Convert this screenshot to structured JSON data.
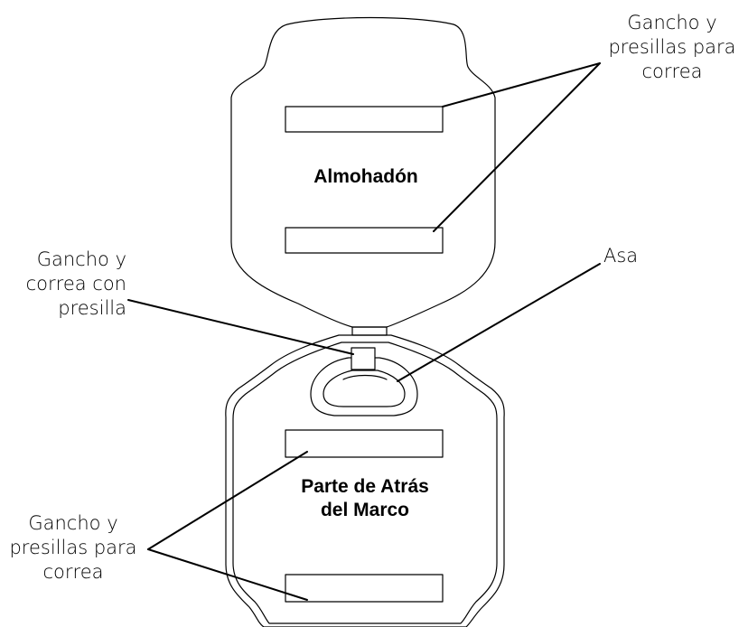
{
  "labels": {
    "cushion_title": "Almohadón",
    "frame_title": "Parte de Atrás\ndel Marco",
    "top_right": "Gancho y\npresillas para\ncorrea",
    "left_middle": "Gancho y\ncorrea con\npresilla",
    "handle": "Asa",
    "bottom_left": "Gancho y\npresillas para\ncorrea"
  },
  "colors": {
    "stroke": "#000000",
    "background": "#ffffff"
  }
}
